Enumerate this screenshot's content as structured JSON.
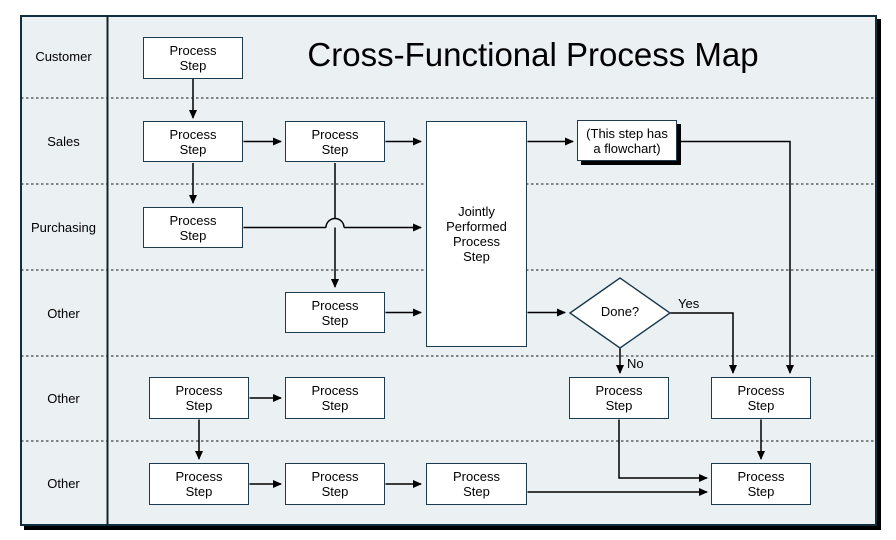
{
  "title": "Cross-Functional Process Map",
  "lanes": [
    {
      "label": "Customer"
    },
    {
      "label": "Sales"
    },
    {
      "label": "Purchasing"
    },
    {
      "label": "Other"
    },
    {
      "label": "Other"
    },
    {
      "label": "Other"
    }
  ],
  "nodes": [
    {
      "id": "customer-process-step",
      "label": "Process\nStep"
    },
    {
      "id": "sales-process-step-1",
      "label": "Process\nStep"
    },
    {
      "id": "sales-process-step-2",
      "label": "Process\nStep"
    },
    {
      "id": "purchasing-process-step",
      "label": "Process\nStep"
    },
    {
      "id": "other1-process-step",
      "label": "Process\nStep"
    },
    {
      "id": "jointly-performed-step",
      "label": "Jointly\nPerformed\nProcess\nStep"
    },
    {
      "id": "flowchart-step",
      "label": "(This step has\na flowchart)"
    },
    {
      "id": "decision",
      "label": "Done?"
    },
    {
      "id": "other2-step-a",
      "label": "Process\nStep"
    },
    {
      "id": "other2-step-b",
      "label": "Process\nStep"
    },
    {
      "id": "other2-no-step",
      "label": "Process\nStep"
    },
    {
      "id": "other2-yes-step",
      "label": "Process\nStep"
    },
    {
      "id": "other3-step-a",
      "label": "Process\nStep"
    },
    {
      "id": "other3-step-b",
      "label": "Process\nStep"
    },
    {
      "id": "other3-step-c",
      "label": "Process\nStep"
    },
    {
      "id": "other3-final-step",
      "label": "Process\nStep"
    }
  ],
  "edge_labels": {
    "yes": "Yes",
    "no": "No"
  },
  "colors": {
    "background": "#ebf0f2",
    "box_fill": "#ffffff",
    "box_border": "#1c3b4e",
    "frame_border": "#102e3e",
    "connector": "#000000",
    "shadow": "#000000"
  }
}
